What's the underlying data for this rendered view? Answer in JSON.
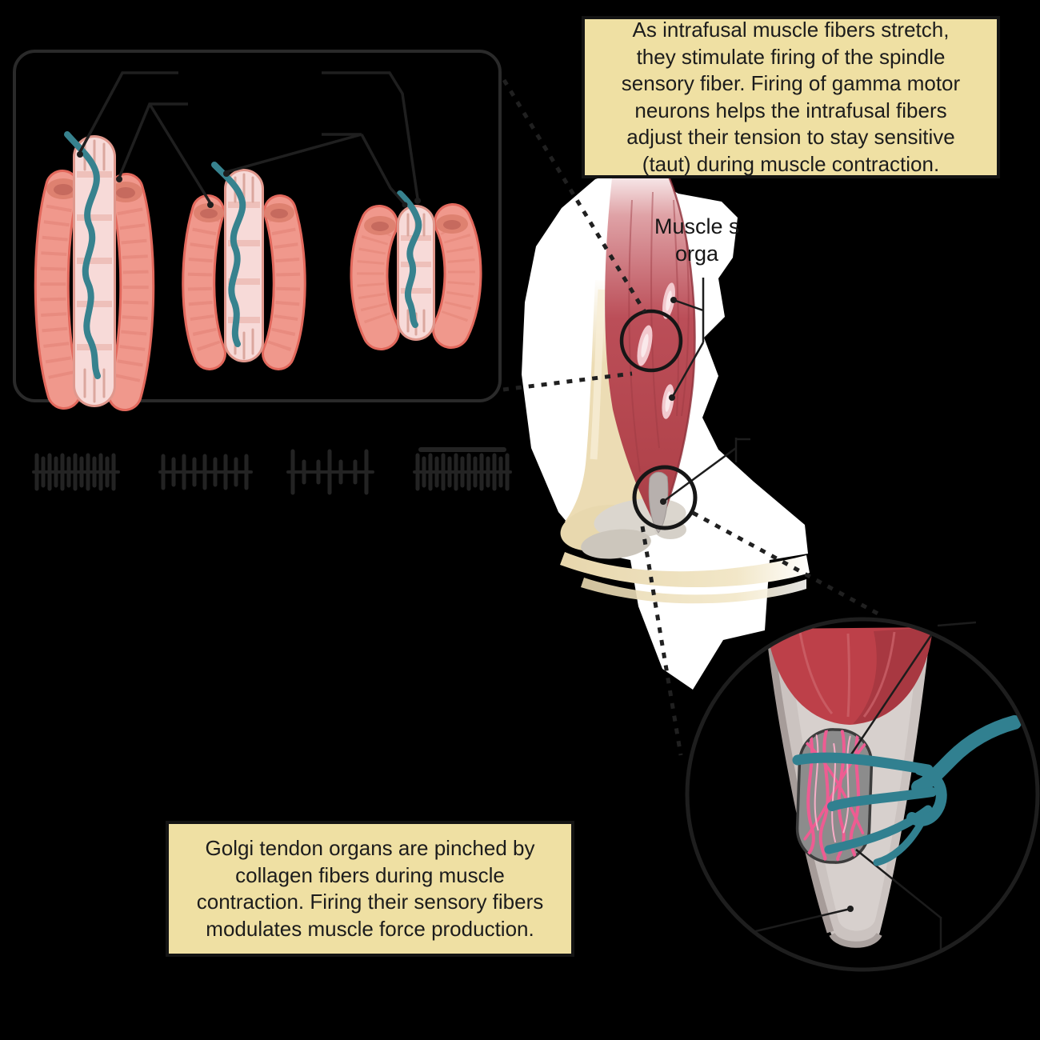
{
  "callouts": {
    "spindle": {
      "lines": [
        "As intrafusal muscle fibers stretch,",
        "they stimulate firing of the spindle",
        "sensory fiber. Firing of gamma motor",
        "neurons helps the intrafusal fibers",
        "adjust their tension to stay sensitive",
        "(taut) during muscle contraction."
      ]
    },
    "golgi": {
      "lines": [
        "Golgi tendon organs are pinched by",
        "collagen fibers during muscle",
        "contraction. Firing their sensory fibers",
        "modulates muscle force production."
      ]
    }
  },
  "labels": {
    "muscle_spindle": {
      "line1": "Muscle s",
      "line2": "orga"
    }
  },
  "colors": {
    "background": "#000000",
    "callout_bg": "#efe0a3",
    "callout_border": "#141414",
    "callout_text": "#1c1c1c",
    "white_backdrop": "#ffffff",
    "extrafusal_salmon": "#f0988c",
    "extrafusal_edge": "#e2685c",
    "intrafusal_pink": "#f7dad8",
    "sensory_teal": "#37828e",
    "muscle_red": "#b2444c",
    "bone_tan": "#ecdcb4",
    "tendon_gray": "#cbc3c0",
    "capsule_gray": "#8c8c8c",
    "collagen_pink": "#ee5c92",
    "line_dark": "#1d1d1d"
  }
}
